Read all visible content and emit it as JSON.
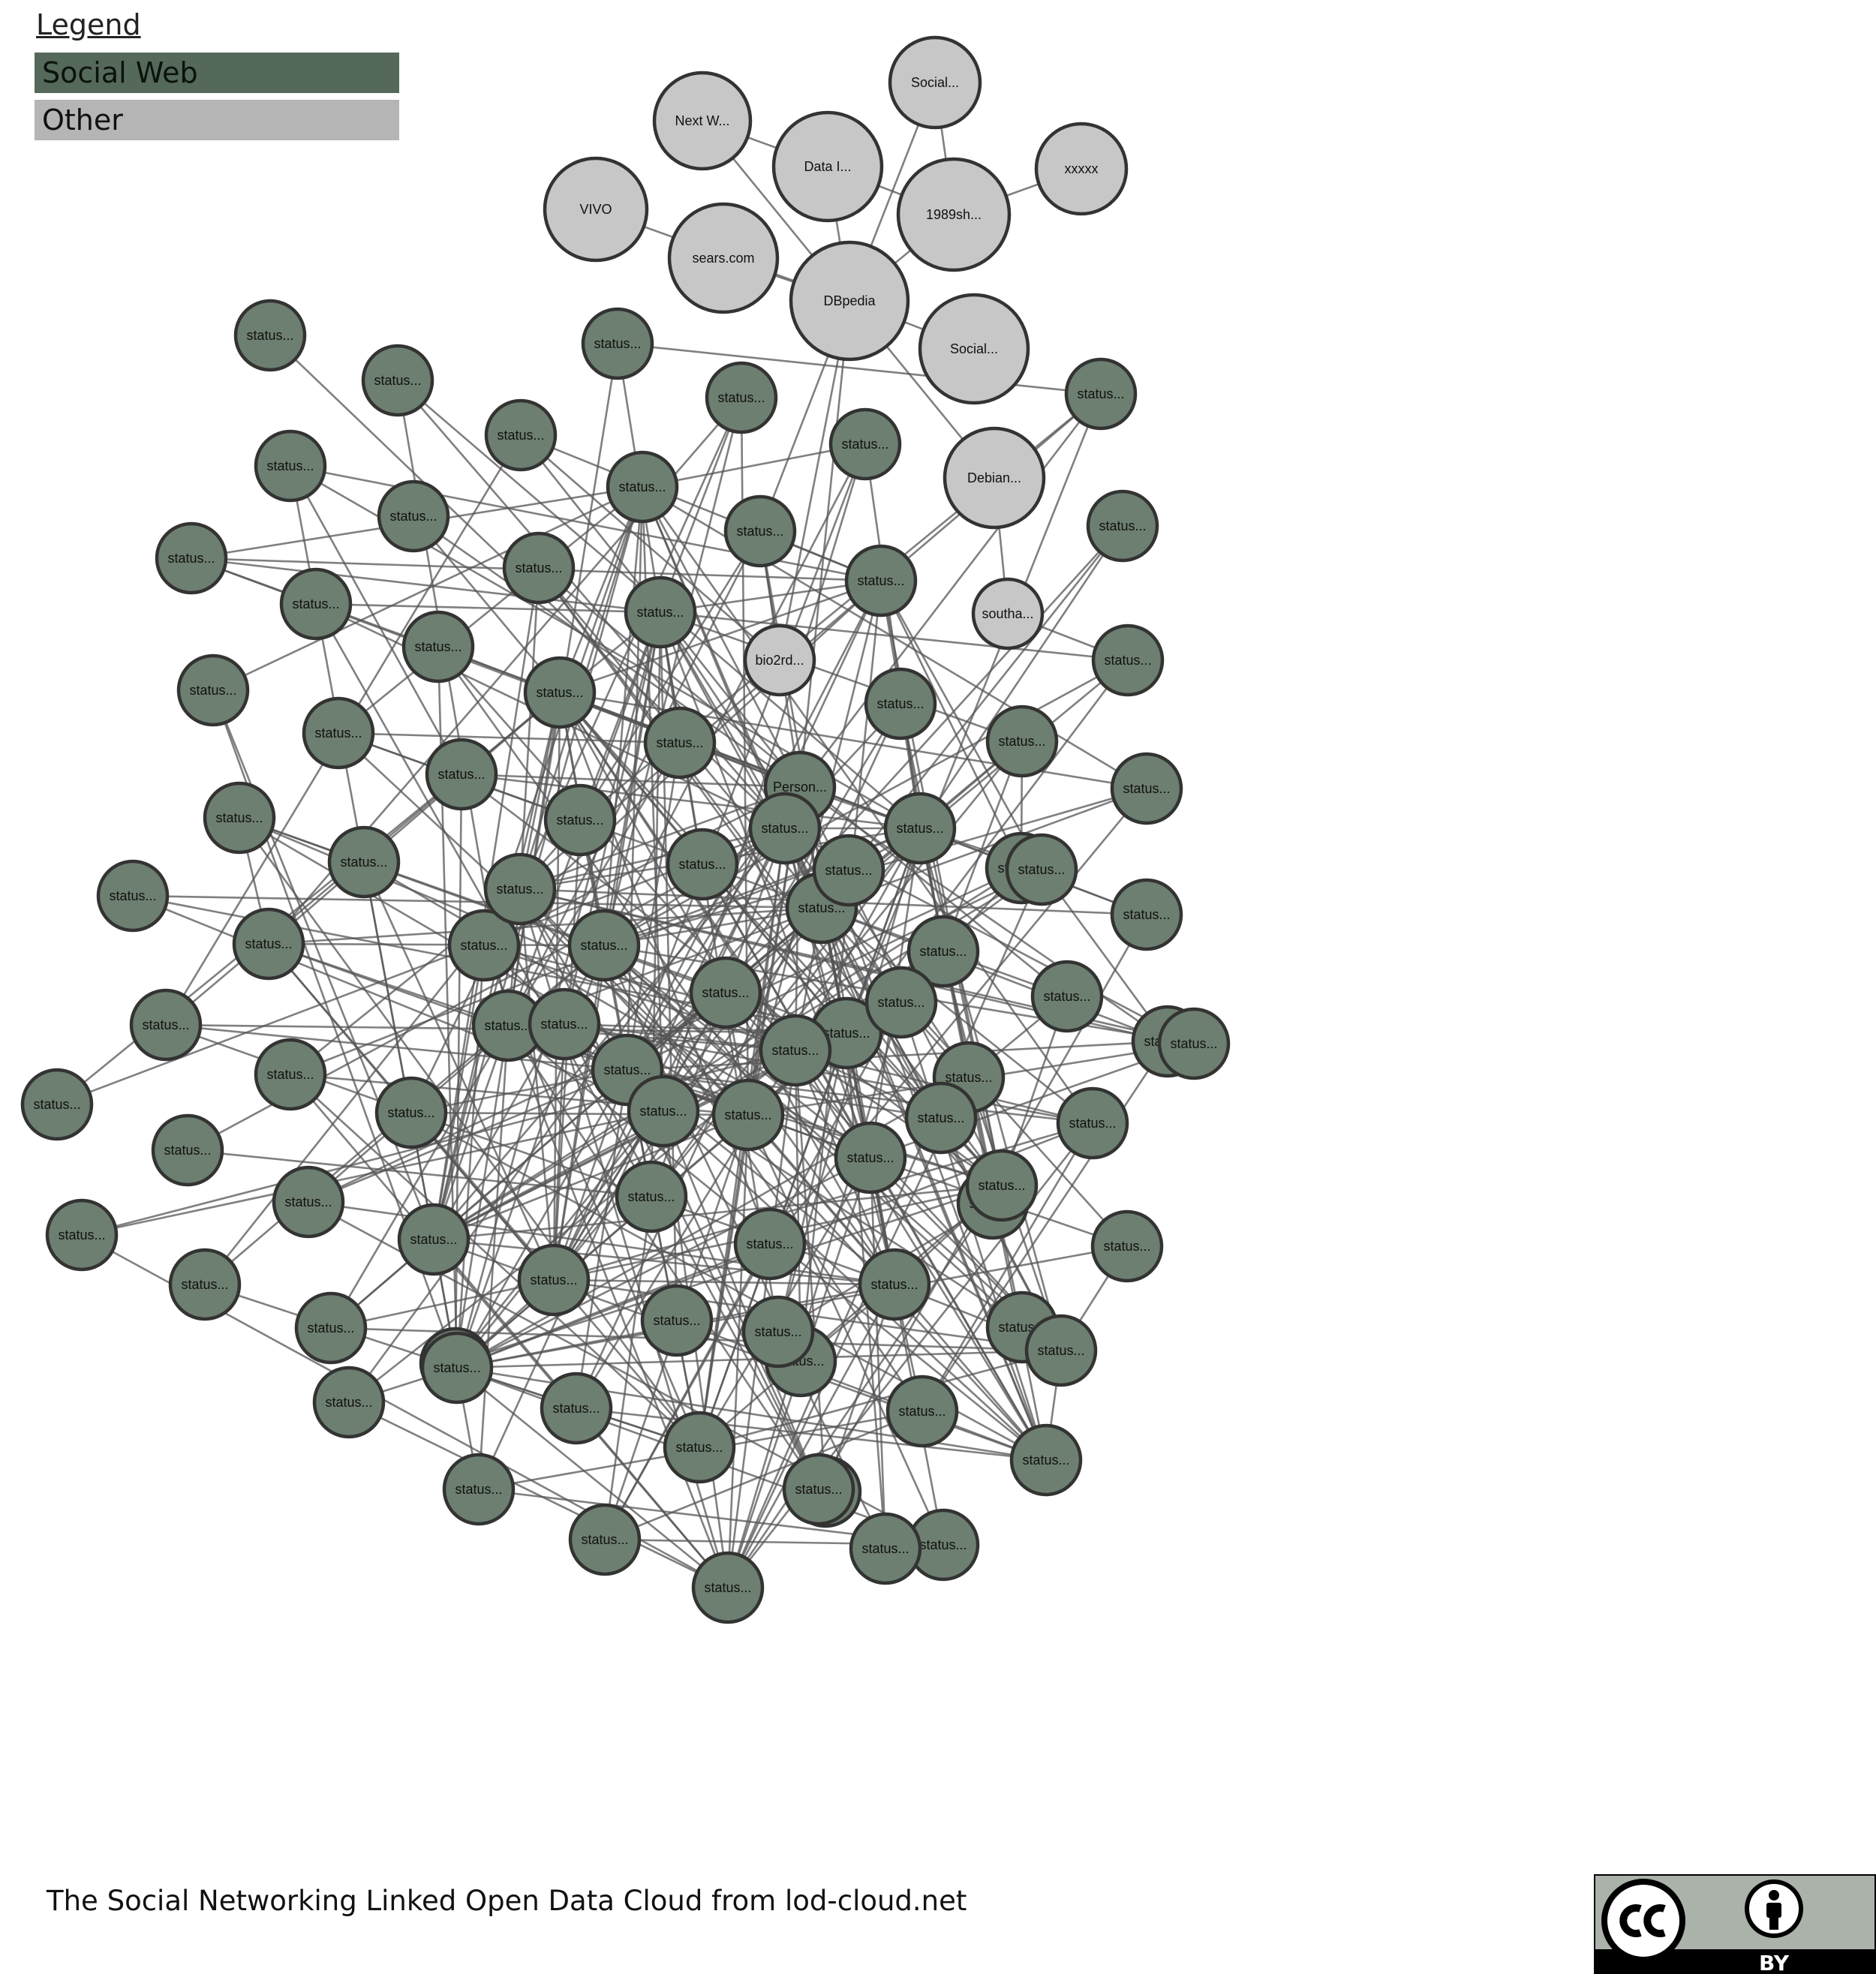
{
  "legend": {
    "title": "Legend",
    "items": [
      {
        "label": "Social Web",
        "color": "#55695a"
      },
      {
        "label": "Other",
        "color": "#b5b5b5"
      }
    ]
  },
  "caption": "The Social Networking Linked Open Data Cloud from lod-cloud.net",
  "license": {
    "icons": [
      "cc-icon",
      "by-person-icon"
    ],
    "label": "BY"
  },
  "colors": {
    "social_fill": "#6d7f70",
    "other_fill": "#c7c7c7",
    "node_stroke": "#333333",
    "edge": "#555555"
  },
  "graph": {
    "nodes": [
      {
        "label": "Social...",
        "category": "Other"
      },
      {
        "label": "Next W...",
        "category": "Other"
      },
      {
        "label": "Data I...",
        "category": "Other"
      },
      {
        "label": "xxxxx",
        "category": "Other"
      },
      {
        "label": "1989sh...",
        "category": "Other"
      },
      {
        "label": "VIVO",
        "category": "Other"
      },
      {
        "label": "sears.com",
        "category": "Other"
      },
      {
        "label": "DBpedia",
        "category": "Other"
      },
      {
        "label": "Social...",
        "category": "Other"
      },
      {
        "label": "Debian...",
        "category": "Other"
      },
      {
        "label": "southa...",
        "category": "Other"
      },
      {
        "label": "bio2rd...",
        "category": "Other"
      },
      {
        "label": "Person...",
        "category": "Social Web"
      },
      {
        "label": "status...",
        "category": "Social Web"
      },
      {
        "label": "status...",
        "category": "Social Web"
      },
      {
        "label": "status...",
        "category": "Social Web"
      },
      {
        "label": "status...",
        "category": "Social Web"
      },
      {
        "label": "status...",
        "category": "Social Web"
      },
      {
        "label": "status...",
        "category": "Social Web"
      },
      {
        "label": "status...",
        "category": "Social Web"
      },
      {
        "label": "status...",
        "category": "Social Web"
      },
      {
        "label": "status...",
        "category": "Social Web"
      },
      {
        "label": "status...",
        "category": "Social Web"
      },
      {
        "label": "status...",
        "category": "Social Web"
      },
      {
        "label": "status...",
        "category": "Social Web"
      },
      {
        "label": "status...",
        "category": "Social Web"
      },
      {
        "label": "status...",
        "category": "Social Web"
      },
      {
        "label": "status...",
        "category": "Social Web"
      },
      {
        "label": "status...",
        "category": "Social Web"
      },
      {
        "label": "status...",
        "category": "Social Web"
      },
      {
        "label": "status...",
        "category": "Social Web"
      },
      {
        "label": "status...",
        "category": "Social Web"
      },
      {
        "label": "status...",
        "category": "Social Web"
      },
      {
        "label": "status...",
        "category": "Social Web"
      },
      {
        "label": "status...",
        "category": "Social Web"
      },
      {
        "label": "status...",
        "category": "Social Web"
      },
      {
        "label": "status...",
        "category": "Social Web"
      },
      {
        "label": "status...",
        "category": "Social Web"
      },
      {
        "label": "status...",
        "category": "Social Web"
      },
      {
        "label": "status...",
        "category": "Social Web"
      },
      {
        "label": "status...",
        "category": "Social Web"
      },
      {
        "label": "status...",
        "category": "Social Web"
      },
      {
        "label": "status...",
        "category": "Social Web"
      },
      {
        "label": "status...",
        "category": "Social Web"
      },
      {
        "label": "status...",
        "category": "Social Web"
      },
      {
        "label": "status...",
        "category": "Social Web"
      },
      {
        "label": "status...",
        "category": "Social Web"
      },
      {
        "label": "status...",
        "category": "Social Web"
      },
      {
        "label": "status...",
        "category": "Social Web"
      },
      {
        "label": "status...",
        "category": "Social Web"
      },
      {
        "label": "status...",
        "category": "Social Web"
      },
      {
        "label": "status...",
        "category": "Social Web"
      },
      {
        "label": "status...",
        "category": "Social Web"
      },
      {
        "label": "status...",
        "category": "Social Web"
      },
      {
        "label": "status...",
        "category": "Social Web"
      },
      {
        "label": "status...",
        "category": "Social Web"
      },
      {
        "label": "status...",
        "category": "Social Web"
      },
      {
        "label": "status...",
        "category": "Social Web"
      },
      {
        "label": "status...",
        "category": "Social Web"
      },
      {
        "label": "status...",
        "category": "Social Web"
      },
      {
        "label": "status...",
        "category": "Social Web"
      },
      {
        "label": "status...",
        "category": "Social Web"
      },
      {
        "label": "status...",
        "category": "Social Web"
      },
      {
        "label": "status...",
        "category": "Social Web"
      },
      {
        "label": "status...",
        "category": "Social Web"
      },
      {
        "label": "status...",
        "category": "Social Web"
      },
      {
        "label": "status...",
        "category": "Social Web"
      },
      {
        "label": "status...",
        "category": "Social Web"
      },
      {
        "label": "status...",
        "category": "Social Web"
      },
      {
        "label": "status...",
        "category": "Social Web"
      },
      {
        "label": "status...",
        "category": "Social Web"
      },
      {
        "label": "status...",
        "category": "Social Web"
      },
      {
        "label": "status...",
        "category": "Social Web"
      },
      {
        "label": "status...",
        "category": "Social Web"
      },
      {
        "label": "status...",
        "category": "Social Web"
      },
      {
        "label": "status...",
        "category": "Social Web"
      },
      {
        "label": "status...",
        "category": "Social Web"
      },
      {
        "label": "status...",
        "category": "Social Web"
      },
      {
        "label": "status...",
        "category": "Social Web"
      },
      {
        "label": "status...",
        "category": "Social Web"
      },
      {
        "label": "status...",
        "category": "Social Web"
      },
      {
        "label": "status...",
        "category": "Social Web"
      },
      {
        "label": "status...",
        "category": "Social Web"
      },
      {
        "label": "status...",
        "category": "Social Web"
      },
      {
        "label": "status...",
        "category": "Social Web"
      },
      {
        "label": "status...",
        "category": "Social Web"
      },
      {
        "label": "status...",
        "category": "Social Web"
      },
      {
        "label": "status...",
        "category": "Social Web"
      },
      {
        "label": "status...",
        "category": "Social Web"
      },
      {
        "label": "status...",
        "category": "Social Web"
      },
      {
        "label": "status...",
        "category": "Social Web"
      },
      {
        "label": "status...",
        "category": "Social Web"
      },
      {
        "label": "status...",
        "category": "Social Web"
      },
      {
        "label": "status...",
        "category": "Social Web"
      },
      {
        "label": "status...",
        "category": "Social Web"
      },
      {
        "label": "status...",
        "category": "Social Web"
      },
      {
        "label": "status...",
        "category": "Social Web"
      },
      {
        "label": "status...",
        "category": "Social Web"
      },
      {
        "label": "status...",
        "category": "Social Web"
      },
      {
        "label": "status...",
        "category": "Social Web"
      },
      {
        "label": "status...",
        "category": "Social Web"
      },
      {
        "label": "status...",
        "category": "Social Web"
      },
      {
        "label": "status...",
        "category": "Social Web"
      },
      {
        "label": "status...",
        "category": "Social Web"
      },
      {
        "label": "status...",
        "category": "Social Web"
      },
      {
        "label": "status...",
        "category": "Social Web"
      },
      {
        "label": "status...",
        "category": "Social Web"
      },
      {
        "label": "status...",
        "category": "Social Web"
      },
      {
        "label": "status...",
        "category": "Social Web"
      },
      {
        "label": "status...",
        "category": "Social Web"
      },
      {
        "label": "status...",
        "category": "Social Web"
      },
      {
        "label": "status...",
        "category": "Social Web"
      },
      {
        "label": "status...",
        "category": "Social Web"
      }
    ]
  }
}
